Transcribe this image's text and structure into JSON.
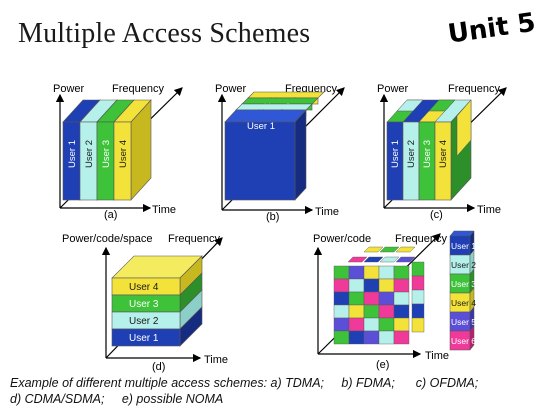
{
  "page": {
    "title": "Multiple Access Schemes",
    "unit_label": "Unit 5"
  },
  "axis_labels": {
    "power": "Power",
    "frequency": "Frequency",
    "time": "Time",
    "power_code_space": "Power/code/space",
    "power_code": "Power/code"
  },
  "panels": {
    "a": "(a)",
    "b": "(b)",
    "c": "(c)",
    "d": "(d)",
    "e": "(e)"
  },
  "users": [
    "User 1",
    "User 2",
    "User 3",
    "User 4",
    "User 5",
    "User 6"
  ],
  "colors": {
    "user1": "#1f3fb5",
    "user2": "#b6f0ea",
    "user3": "#3ec23a",
    "user4": "#f2e23a",
    "user5": "#5b4fd8",
    "user6": "#f03a9a"
  },
  "caption": {
    "line1_a": "Example of different multiple access schemes: a) TDMA;",
    "line1_b": "b) FDMA;",
    "line1_c": "c) OFDMA;",
    "line2_a": "d) CDMA/SDMA;",
    "line2_b": "e) possible NOMA"
  }
}
